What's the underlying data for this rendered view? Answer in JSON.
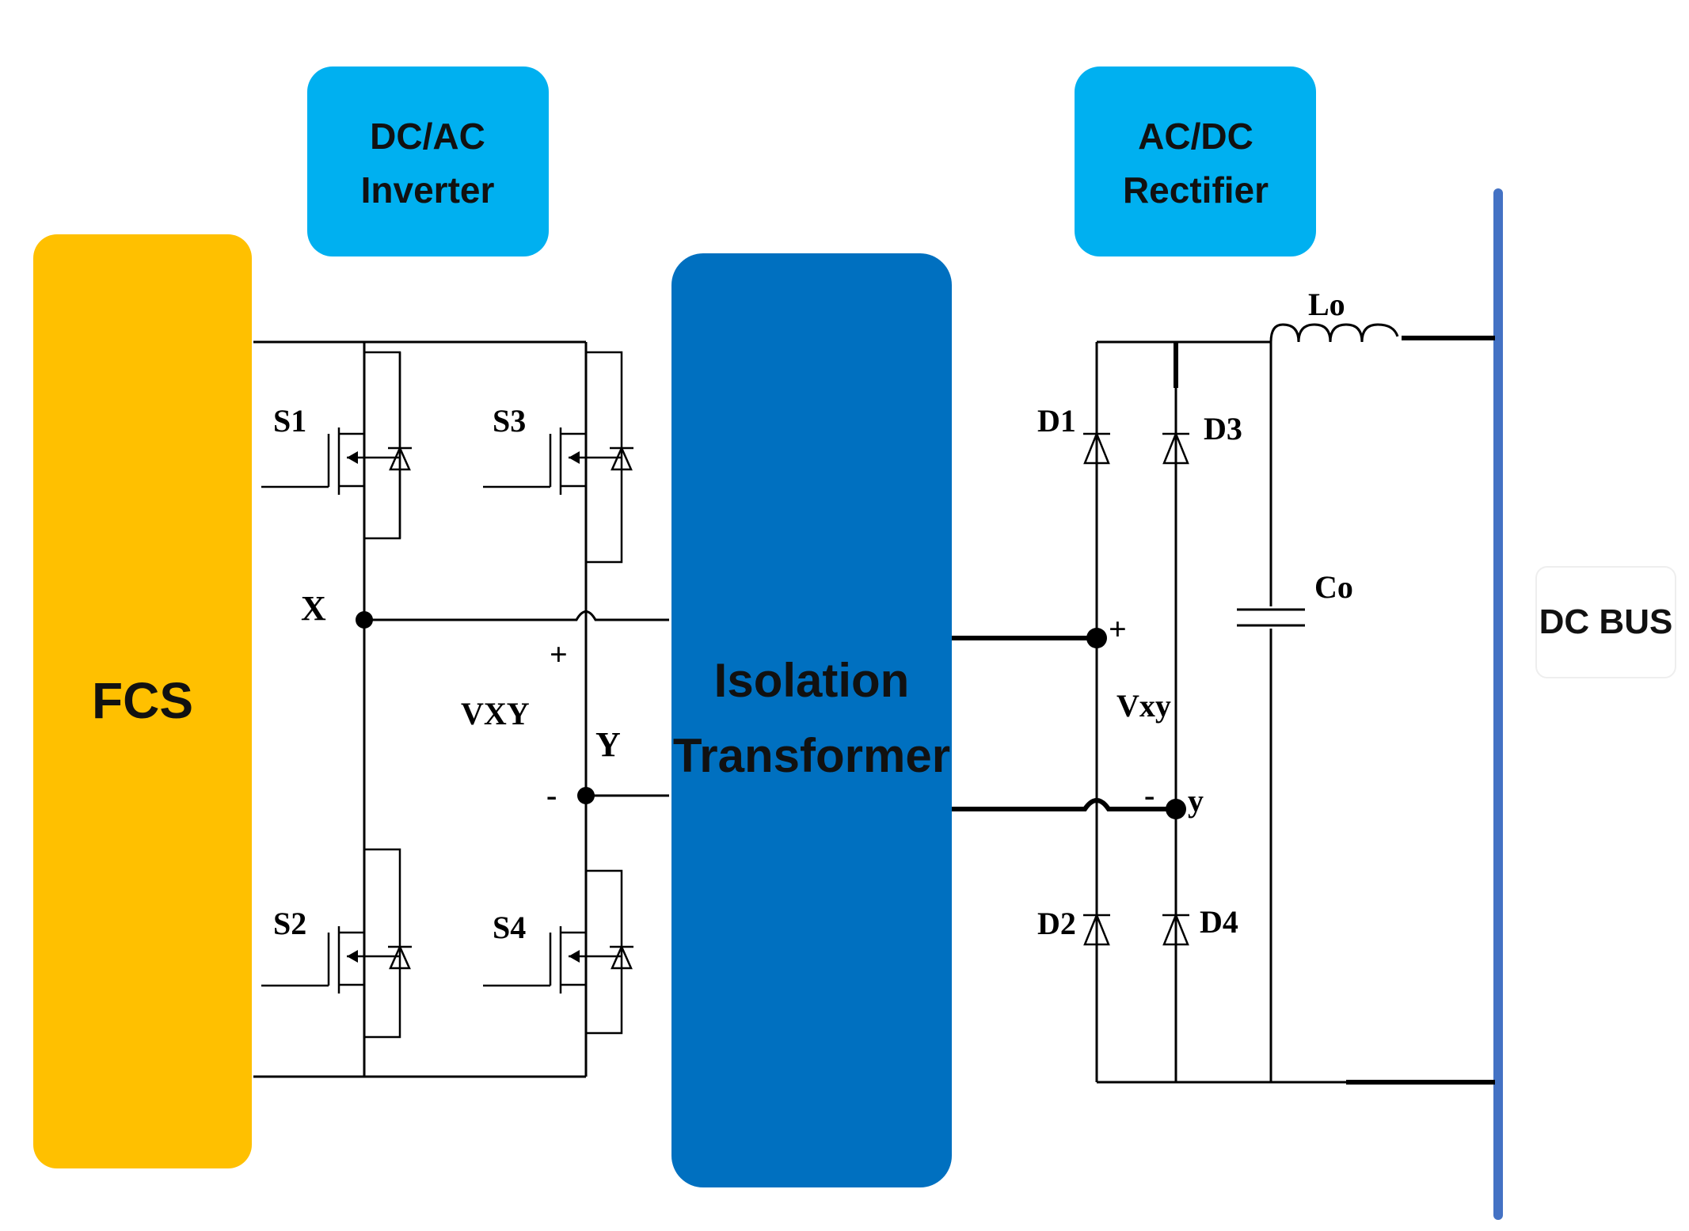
{
  "blocks": {
    "fcs": {
      "label": "FCS",
      "color": "#FFC000"
    },
    "inverter": {
      "line1": "DC/AC",
      "line2": "Inverter",
      "color": "#00B0F0"
    },
    "transformer": {
      "line1": "Isolation",
      "line2": "Transformer",
      "color": "#0070C0"
    },
    "rectifier": {
      "line1": "AC/DC",
      "line2": "Rectifier",
      "color": "#00B0F0"
    },
    "dcbus": {
      "label": "DC BUS",
      "bus_color": "#4472C4"
    }
  },
  "inverter_labels": {
    "s1": "S1",
    "s2": "S2",
    "s3": "S3",
    "s4": "S4",
    "x": "X",
    "y": "Y",
    "vxy": "VXY",
    "plus": "+",
    "minus": "-"
  },
  "rectifier_labels": {
    "d1": "D1",
    "d2": "D2",
    "d3": "D3",
    "d4": "D4",
    "lo": "Lo",
    "co": "Co",
    "vxy": "Vxy",
    "y": "y",
    "plus": "+",
    "minus": "-"
  }
}
